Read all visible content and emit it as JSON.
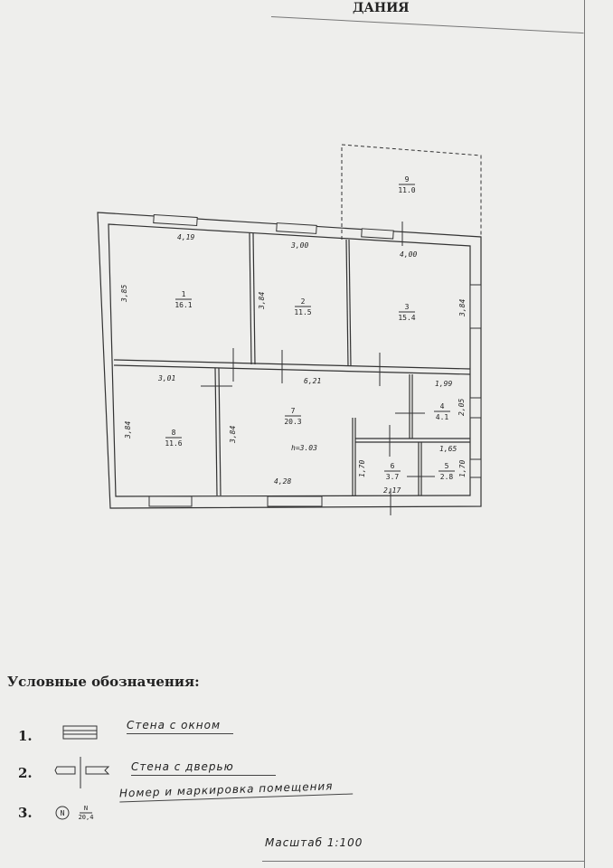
{
  "header": {
    "title_fragment": "ДАНИЯ"
  },
  "plan": {
    "rooms": [
      {
        "number": "1",
        "area": "16.1"
      },
      {
        "number": "2",
        "area": "11.5"
      },
      {
        "number": "3",
        "area": "15.4"
      },
      {
        "number": "4",
        "area": "4.1"
      },
      {
        "number": "5",
        "area": "2.8"
      },
      {
        "number": "6",
        "area": "3.7"
      },
      {
        "number": "7",
        "area": "20.3"
      },
      {
        "number": "8",
        "area": "11.6"
      },
      {
        "number": "9",
        "area": "11.0"
      }
    ],
    "dimensions": [
      "4,19",
      "3,00",
      "4,00",
      "3,85",
      "3,84",
      "3,84",
      "3,01",
      "6,21",
      "1,99",
      "2,05",
      "3,84",
      "3,84",
      "1,65",
      "1,70",
      "1,70",
      "4,28",
      "2,17"
    ],
    "ceiling_height": "h=3.03"
  },
  "legend": {
    "title": "Условные обозначения:",
    "items": [
      {
        "num": "1.",
        "label": "Стена с окном"
      },
      {
        "num": "2.",
        "label": "Стена с дверью"
      },
      {
        "num": "3.",
        "label": "Номер и маркировка помещения",
        "symbol_letter": "N",
        "symbol_area": "20,4"
      }
    ]
  },
  "scale": "Масштаб 1:100"
}
